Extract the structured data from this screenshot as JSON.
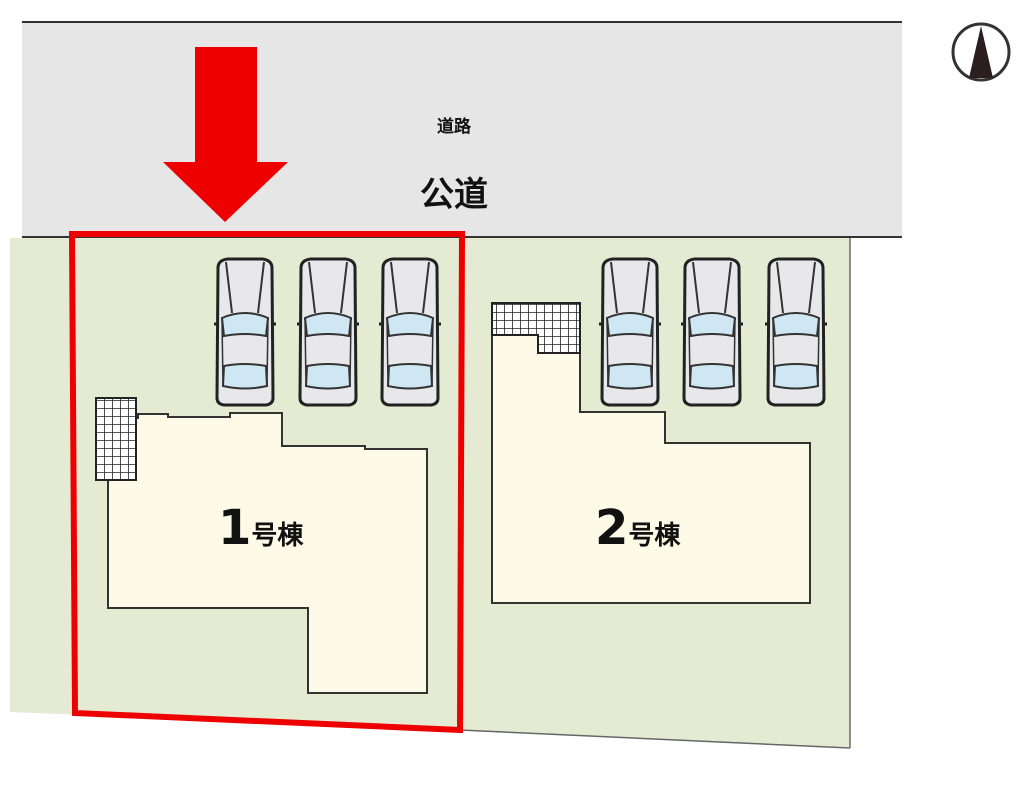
{
  "road": {
    "label": "道路",
    "type_label": "公道"
  },
  "buildings": [
    {
      "number": "1",
      "suffix": "号棟"
    },
    {
      "number": "2",
      "suffix": "号棟"
    }
  ],
  "compass": {
    "icon": "north-arrow-icon"
  },
  "colors": {
    "road": "#e6e6e6",
    "lot": "#e4ebd2",
    "building": "#fdfbe7",
    "highlight": "#ee0000",
    "car_glass": "#cfe6f3",
    "car_body": "#e8e8ea"
  }
}
